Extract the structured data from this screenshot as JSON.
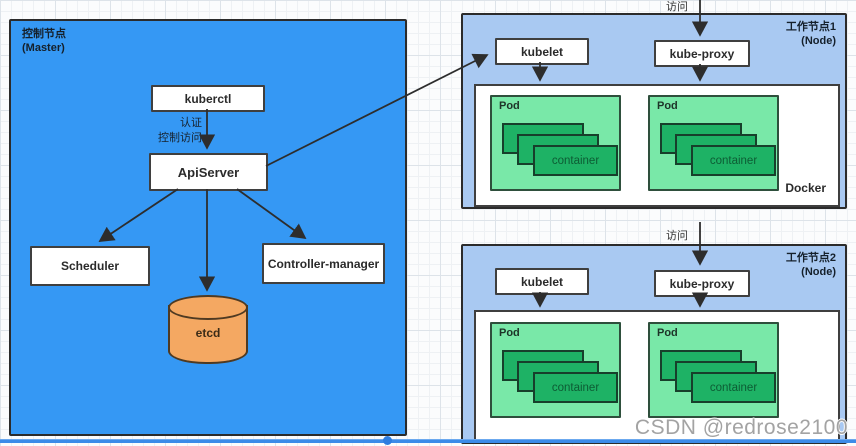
{
  "master": {
    "title": "控制节点",
    "subtitle": "(Master)",
    "kuberctl": "kuberctl",
    "auth_line1": "认证",
    "auth_line2": "控制访问",
    "apiserver": "ApiServer",
    "scheduler": "Scheduler",
    "controller_manager": "Controller-manager",
    "etcd": "etcd"
  },
  "nodes": [
    {
      "title": "工作节点1",
      "subtitle": "(Node)",
      "access": "访问",
      "kubelet": "kubelet",
      "kube_proxy": "kube-proxy",
      "docker": "Docker",
      "pods": [
        {
          "label": "Pod",
          "container": "container"
        },
        {
          "label": "Pod",
          "container": "container"
        }
      ]
    },
    {
      "title": "工作节点2",
      "subtitle": "(Node)",
      "access": "访问",
      "kubelet": "kubelet",
      "kube_proxy": "kube-proxy",
      "pods": [
        {
          "label": "Pod",
          "container": "container"
        },
        {
          "label": "Pod",
          "container": "container"
        }
      ]
    }
  ],
  "watermark": "CSDN @redrose2100",
  "colors": {
    "master_fill": "#3598f4",
    "node_fill": "#a9c9f2",
    "pod_fill": "#79e8a8",
    "container_fill": "#1eb265",
    "etcd_fill": "#f4a862",
    "guideline": "#3c8be8",
    "line": "#2d2d2d"
  }
}
